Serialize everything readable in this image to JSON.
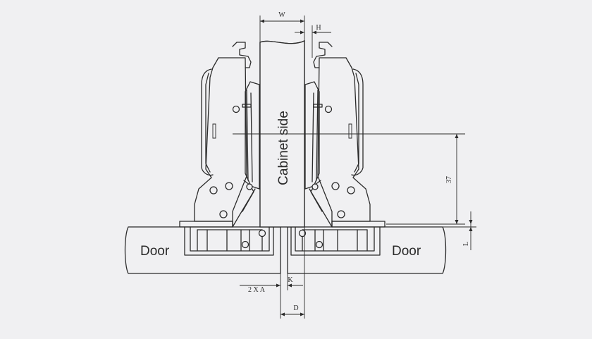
{
  "labels": {
    "cabinet_side": "Cabinet side",
    "door_left": "Door",
    "door_right": "Door",
    "dim_w": "W",
    "dim_h": "H",
    "dim_37": "37",
    "dim_l": "L",
    "dim_k": "K",
    "dim_2xa": "2 X A",
    "dim_d": "D"
  },
  "colors": {
    "background": "#f0f0f2",
    "line": "#2b2b2b"
  }
}
